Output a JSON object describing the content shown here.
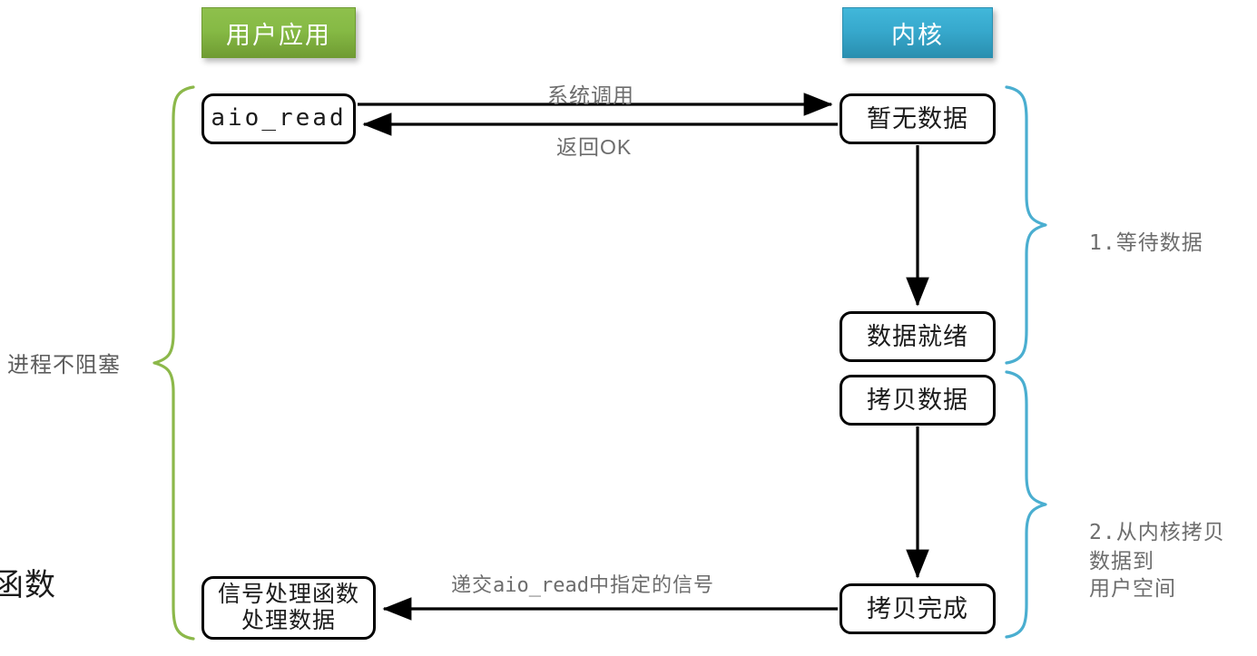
{
  "diagram": {
    "title_columns": {
      "user": "用户应用",
      "kernel": "内核"
    },
    "colors": {
      "user_green_light": "#8ec04c",
      "user_green_dark": "#709c33",
      "kernel_blue_light": "#41b7da",
      "kernel_blue_dark": "#2a8fb0",
      "brace_green": "#8cb84a",
      "brace_blue": "#4aaed0",
      "node_border": "#000000",
      "label_gray": "#6d6d6d"
    },
    "nodes": {
      "aio_read": "aio_read",
      "no_data": "暂无数据",
      "data_ready": "数据就绪",
      "copy_data": "拷贝数据",
      "copy_done": "拷贝完成",
      "signal_handler_line1": "信号处理函数",
      "signal_handler_line2": "处理数据"
    },
    "edges": {
      "syscall": "系统调用",
      "return_ok": "返回OK",
      "deliver_signal_prefix": "递交",
      "deliver_signal_mono": "aio_read",
      "deliver_signal_suffix": "中指定的信号"
    },
    "braces": {
      "left_label": "进程不阻塞",
      "right_1_index": "1.",
      "right_1_label": "等待数据",
      "right_2_index": "2.",
      "right_2_label": "从内核拷贝\n数据到\n用户空间"
    },
    "clipped_text": "函数"
  }
}
